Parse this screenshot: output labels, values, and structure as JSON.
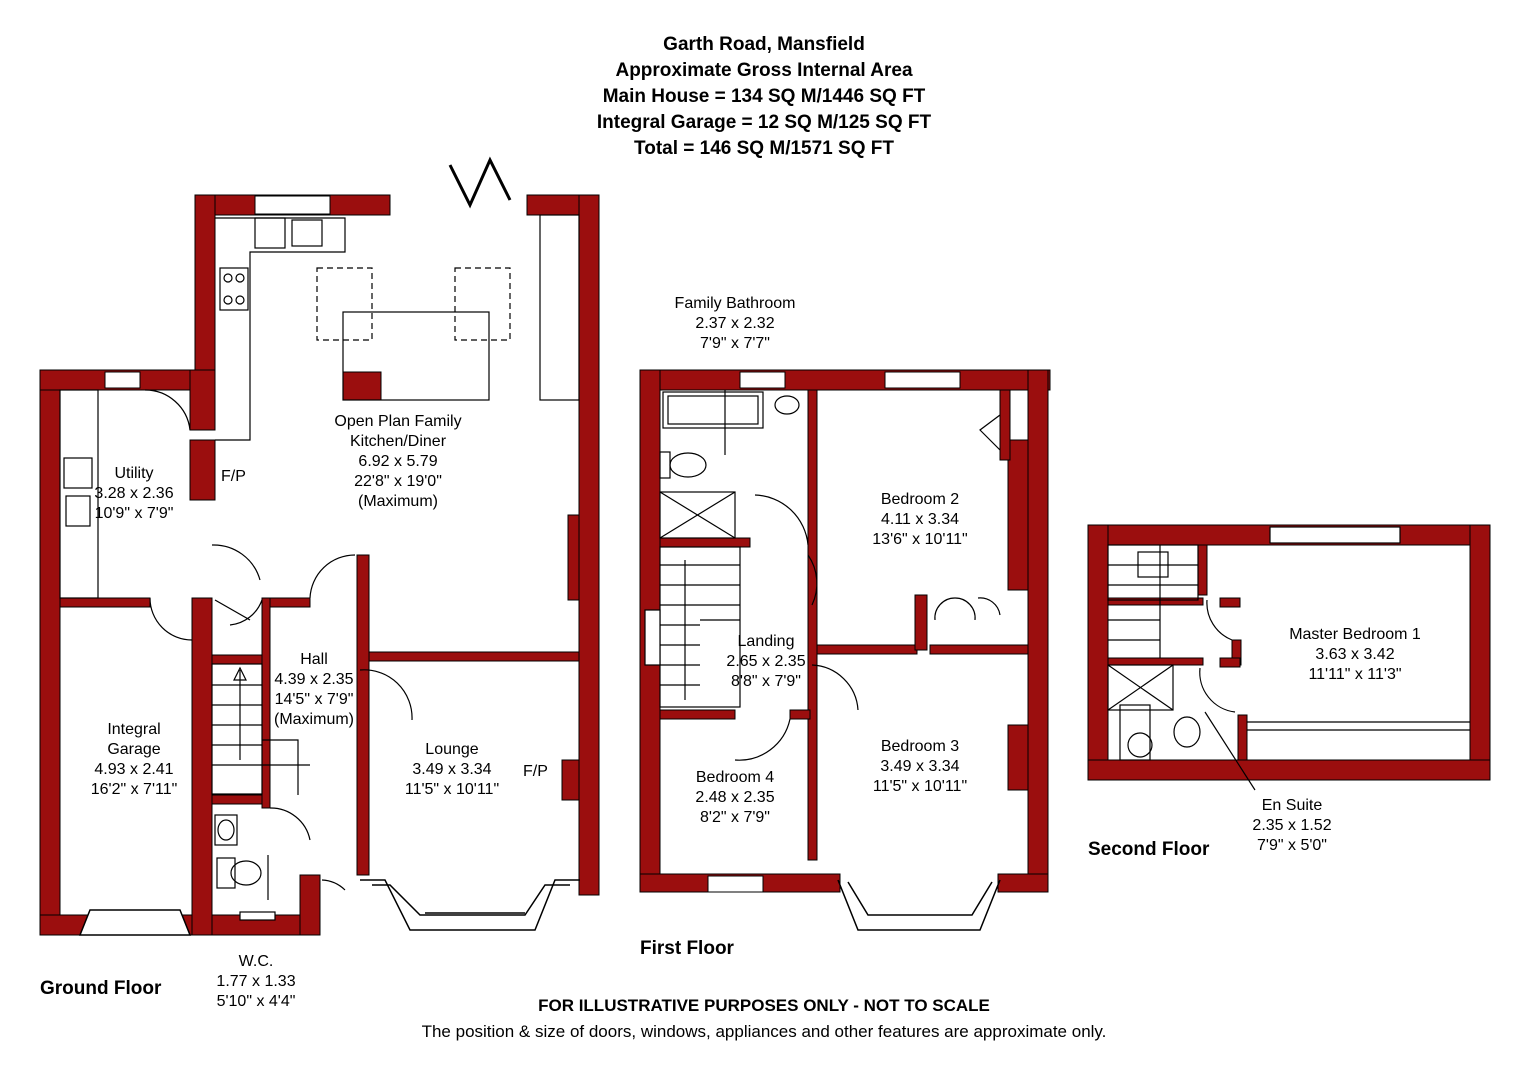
{
  "header": {
    "address": "Garth Road, Mansfield",
    "area_title": "Approximate Gross Internal Area",
    "main_house": "Main House = 134 SQ M/1446 SQ FT",
    "garage": "Integral Garage = 12 SQ M/125 SQ FT",
    "total": "Total = 146 SQ M/1571 SQ FT"
  },
  "colors": {
    "wall": "#9b0e0e",
    "line": "#000000",
    "background": "#ffffff"
  },
  "floors": {
    "ground": "Ground Floor",
    "first": "First Floor",
    "second": "Second Floor"
  },
  "rooms": {
    "kitchen": {
      "name": "Open Plan Family",
      "name2": "Kitchen/Diner",
      "metric": "6.92 x 5.79",
      "imperial": "22'8\" x 19'0\"",
      "note": "(Maximum)"
    },
    "utility": {
      "name": "Utility",
      "metric": "3.28 x 2.36",
      "imperial": "10'9\" x 7'9\""
    },
    "garage": {
      "name": "Integral",
      "name2": "Garage",
      "metric": "4.93 x 2.41",
      "imperial": "16'2\" x 7'11\""
    },
    "hall": {
      "name": "Hall",
      "metric": "4.39 x 2.35",
      "imperial": "14'5\" x 7'9\"",
      "note": "(Maximum)"
    },
    "lounge": {
      "name": "Lounge",
      "metric": "3.49 x 3.34",
      "imperial": "11'5\" x 10'11\""
    },
    "wc": {
      "name": "W.C.",
      "metric": "1.77 x 1.33",
      "imperial": "5'10\" x 4'4\""
    },
    "bathroom": {
      "name": "Family Bathroom",
      "metric": "2.37 x 2.32",
      "imperial": "7'9\" x 7'7\""
    },
    "bedroom2": {
      "name": "Bedroom 2",
      "metric": "4.11 x 3.34",
      "imperial": "13'6\" x 10'11\""
    },
    "landing": {
      "name": "Landing",
      "metric": "2.65 x 2.35",
      "imperial": "8'8\" x 7'9\""
    },
    "bedroom4": {
      "name": "Bedroom 4",
      "metric": "2.48 x 2.35",
      "imperial": "8'2\" x 7'9\""
    },
    "bedroom3": {
      "name": "Bedroom 3",
      "metric": "3.49 x 3.34",
      "imperial": "11'5\" x 10'11\""
    },
    "master": {
      "name": "Master Bedroom 1",
      "metric": "3.63 x 3.42",
      "imperial": "11'11\" x 11'3\""
    },
    "ensuite": {
      "name": "En Suite",
      "metric": "2.35 x 1.52",
      "imperial": "7'9\" x 5'0\""
    }
  },
  "fireplace_label": "F/P",
  "disclaimer": {
    "title": "FOR ILLUSTRATIVE PURPOSES ONLY - NOT TO SCALE",
    "note": "The position & size of doors, windows, appliances and other features are approximate only."
  }
}
